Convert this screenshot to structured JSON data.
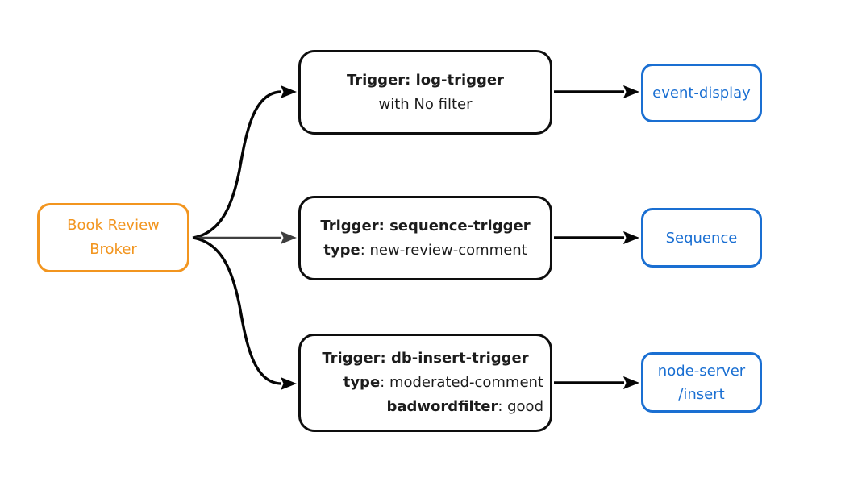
{
  "colors": {
    "background": "#FFFFFF",
    "broker": "#F2951F",
    "sink": "#1A6FD2",
    "trigger_border": "#0E0E0E",
    "edge": "#050505",
    "edge_secondary": "#3F3F3F",
    "text": "#1C1C1C"
  },
  "nodes": {
    "broker": {
      "line1": "Book Review",
      "line2": "Broker"
    },
    "trigger_log": {
      "title": "Trigger: log-trigger",
      "subtitle": "with No filter"
    },
    "trigger_sequence": {
      "title": "Trigger: sequence-trigger",
      "attr1_key": "type",
      "attr1_val": ": new-review-comment"
    },
    "trigger_db_insert": {
      "title": "Trigger: db-insert-trigger",
      "attr1_key": "type",
      "attr1_val": ": moderated-comment",
      "attr2_key": "badwordfilter",
      "attr2_val": ": good"
    },
    "sink_event_display": {
      "label": "event-display"
    },
    "sink_sequence": {
      "label": "Sequence"
    },
    "sink_node_server": {
      "line1": "node-server",
      "line2": "/insert"
    }
  }
}
